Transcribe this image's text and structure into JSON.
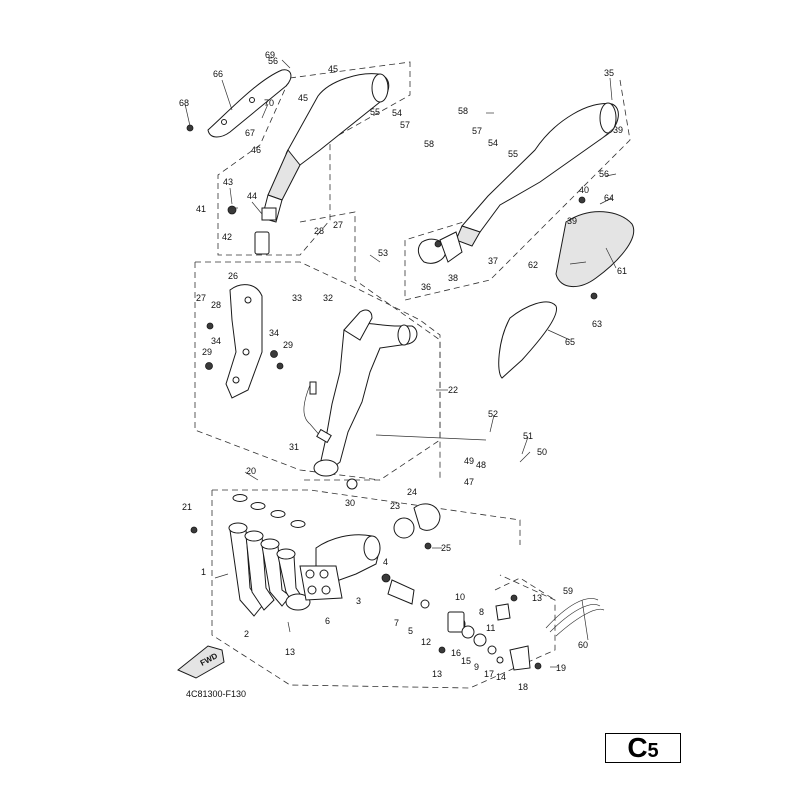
{
  "diagram": {
    "drawing_code": "4C81300-F130",
    "fwd_label": "FWD",
    "page_code": {
      "letter": "C",
      "number": "5"
    },
    "callouts": [
      "1",
      "2",
      "3",
      "4",
      "5",
      "6",
      "7",
      "8",
      "9",
      "10",
      "11",
      "12",
      "13",
      "13",
      "13",
      "14",
      "15",
      "16",
      "17",
      "18",
      "19",
      "20",
      "21",
      "22",
      "23",
      "24",
      "25",
      "26",
      "27",
      "27",
      "28",
      "28",
      "29",
      "29",
      "30",
      "31",
      "32",
      "33",
      "34",
      "34",
      "35",
      "36",
      "37",
      "38",
      "39",
      "39",
      "40",
      "41",
      "42",
      "43",
      "44",
      "45",
      "45",
      "46",
      "47",
      "48",
      "49",
      "50",
      "51",
      "52",
      "53",
      "54",
      "54",
      "55",
      "55",
      "56",
      "56",
      "57",
      "57",
      "58",
      "58",
      "59",
      "60",
      "61",
      "62",
      "63",
      "64",
      "65",
      "66",
      "67",
      "68",
      "69",
      "70"
    ]
  }
}
